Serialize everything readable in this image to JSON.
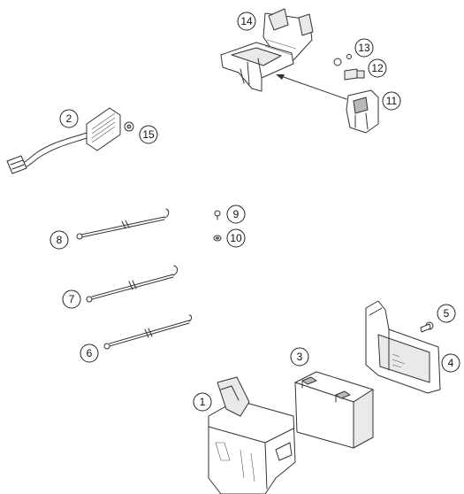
{
  "callouts": {
    "c1": "1",
    "c2": "2",
    "c3": "3",
    "c4": "4",
    "c5": "5",
    "c6": "6",
    "c7": "7",
    "c8": "8",
    "c9": "9",
    "c10": "10",
    "c11": "11",
    "c12": "12",
    "c13": "13",
    "c14": "14",
    "c15": "15"
  },
  "colors": {
    "line": "#333333",
    "background": "#ffffff",
    "shade": "#e9e9e9"
  }
}
